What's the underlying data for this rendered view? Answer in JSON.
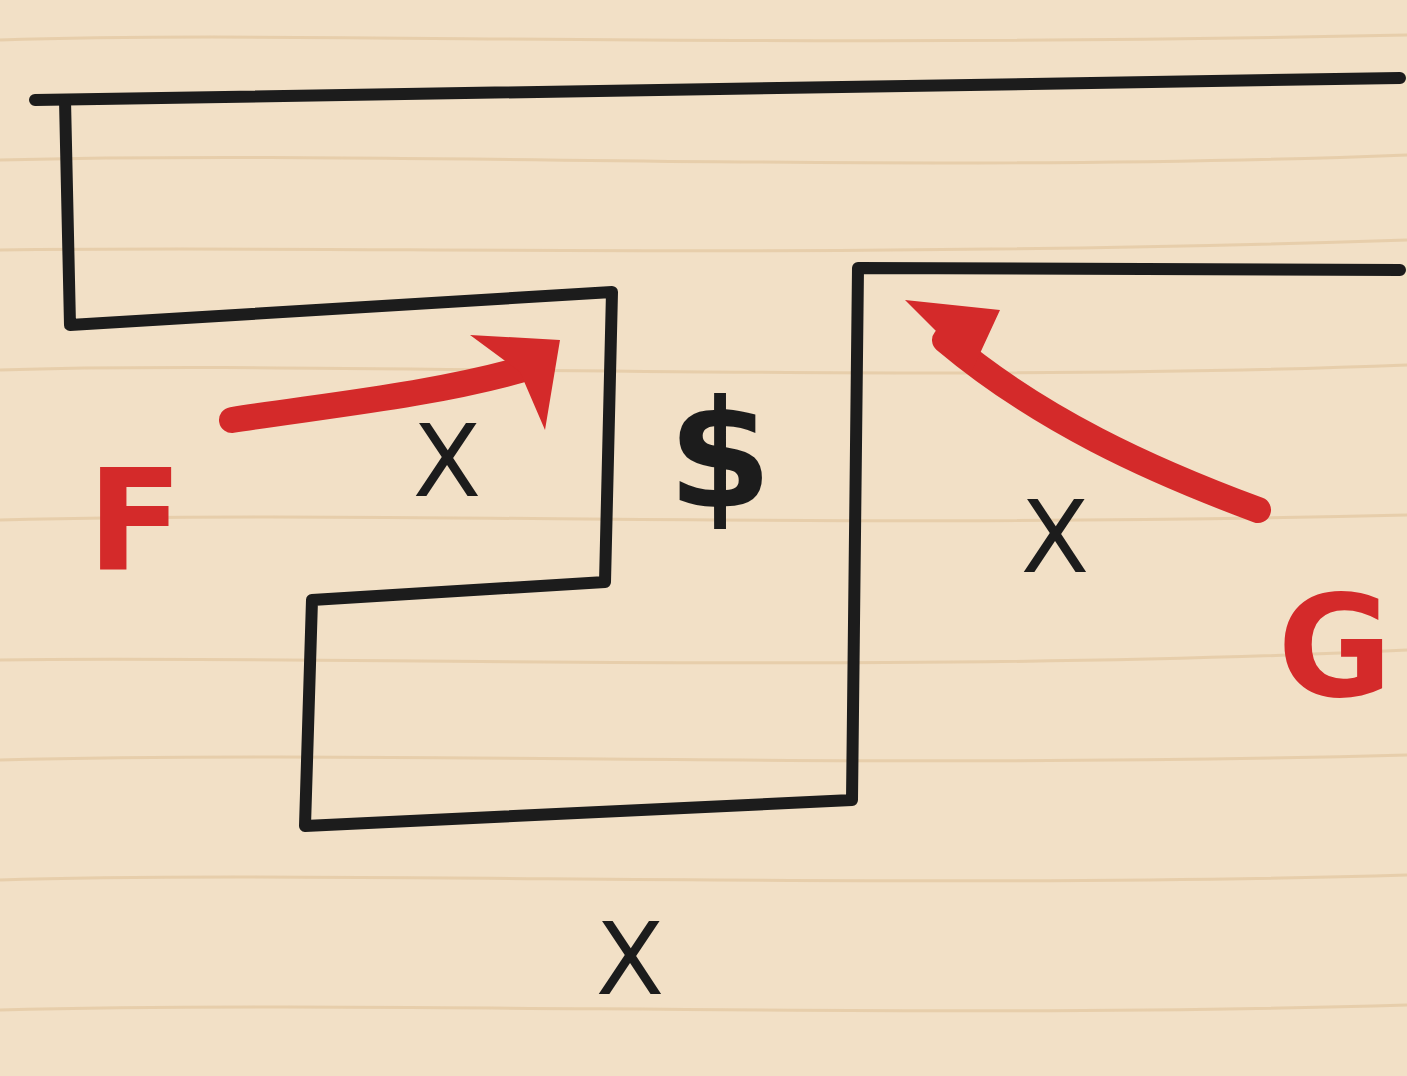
{
  "diagram": {
    "labels": [
      "X",
      "$",
      "F",
      "X",
      "G",
      "X"
    ]
  }
}
